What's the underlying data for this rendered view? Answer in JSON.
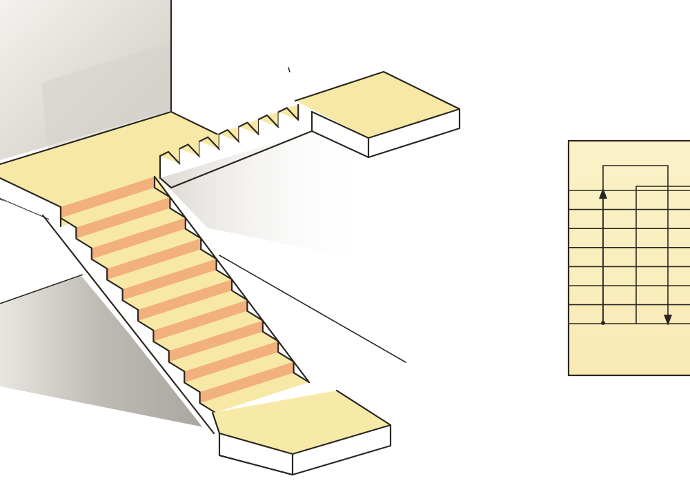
{
  "illustration": {
    "lower_flight_steps": 10,
    "upper_flight_steps": 7,
    "plan_treads": 8,
    "colors": {
      "tread": "#f7e8a6",
      "riser": "#f2b07c",
      "landing": "#f7eaa8",
      "wall": "#e7e4df",
      "shadow": "#c7c3bd",
      "ink": "#2a2620",
      "background": "#ffffff"
    },
    "icons": [
      "arrow-up-icon",
      "arrow-down-icon"
    ]
  }
}
